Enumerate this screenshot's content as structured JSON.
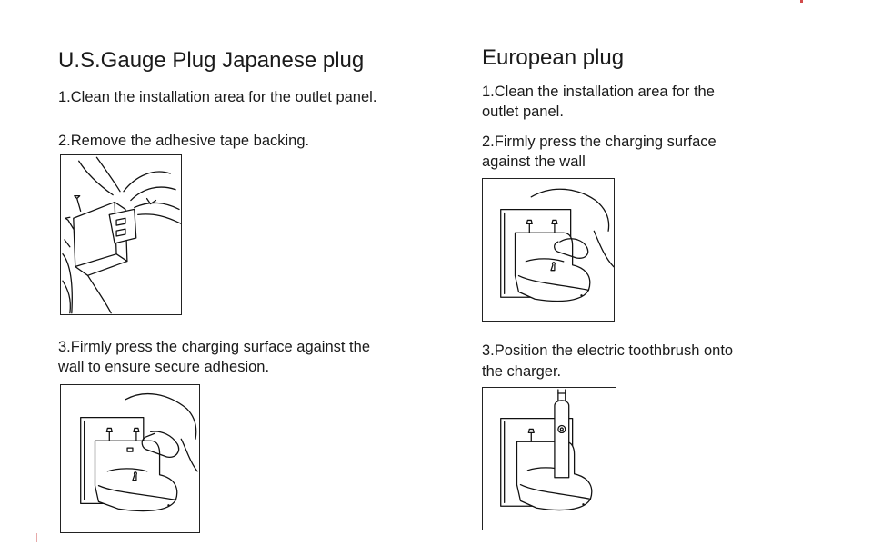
{
  "left_column": {
    "heading": "U.S.Gauge Plug Japanese plug",
    "step1": "1.Clean the installation area for the outlet panel.",
    "step2": "2.Remove the adhesive tape backing.",
    "step3_line1": "3.Firmly press the charging surface against the",
    "step3_line2": "wall to ensure secure adhesion."
  },
  "right_column": {
    "heading": "European plug",
    "step1_line1": "1.Clean the installation area for the",
    "step1_line2": "outlet panel.",
    "step2_line1": "2.Firmly press the charging surface",
    "step2_line2": "against the wall",
    "step3_line1": "3.Position the electric toothbrush onto",
    "step3_line2": "the charger."
  },
  "colors": {
    "text": "#1a1a1a",
    "line_art": "#111111",
    "corner_mark": "#d24a4a"
  }
}
